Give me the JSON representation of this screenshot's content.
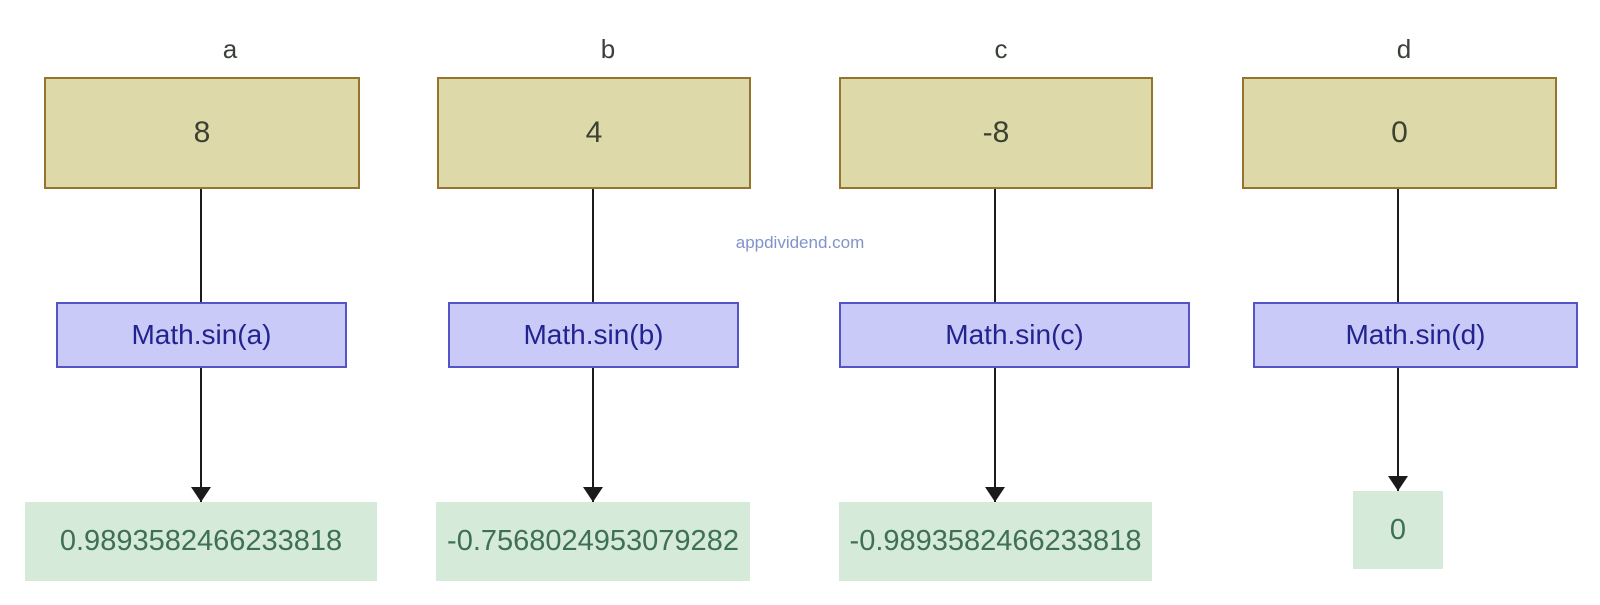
{
  "watermark": "appdividend.com",
  "columns": [
    {
      "label": "a",
      "value": "8",
      "func": "Math.sin(a)",
      "result": "0.9893582466233818"
    },
    {
      "label": "b",
      "value": "4",
      "func": "Math.sin(b)",
      "result": "-0.7568024953079282"
    },
    {
      "label": "c",
      "value": "-8",
      "func": "Math.sin(c)",
      "result": "-0.9893582466233818"
    },
    {
      "label": "d",
      "value": "0",
      "func": "Math.sin(d)",
      "result": "0"
    }
  ],
  "colors": {
    "var_fill": "#ded9a8",
    "var_border": "#95742d",
    "var_text": "#3b4233",
    "func_fill": "#cacaf8",
    "func_border": "#5454c8",
    "func_text": "#23238f",
    "result_fill": "#d5ead9",
    "result_text": "#3e7053",
    "connector": "#1b1b1b",
    "label_text": "#394139",
    "watermark": "#8093cb"
  }
}
